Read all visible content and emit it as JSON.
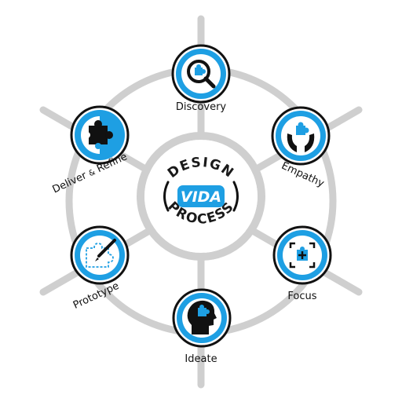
{
  "colors": {
    "accent": "#1e9fe3",
    "wheel": "#cfcfcf",
    "ink": "#111111",
    "white": "#ffffff"
  },
  "hub": {
    "top_text": "DESIGN",
    "center_text": "VIDA",
    "bottom_text": "PROCESS"
  },
  "stages": [
    {
      "label": "Discovery",
      "icon": "magnifier-puzzle-icon"
    },
    {
      "label": "Empathy",
      "icon": "hands-holding-puzzle-icon"
    },
    {
      "label": "Focus",
      "icon": "focus-frame-puzzle-icon"
    },
    {
      "label": "Ideate",
      "icon": "head-puzzle-icon"
    },
    {
      "label": "Prototype",
      "icon": "pen-dotted-puzzle-icon"
    },
    {
      "label_main": "Deliver",
      "label_amp": "&",
      "label_end": "Refine",
      "icon": "puzzle-piece-icon"
    }
  ]
}
